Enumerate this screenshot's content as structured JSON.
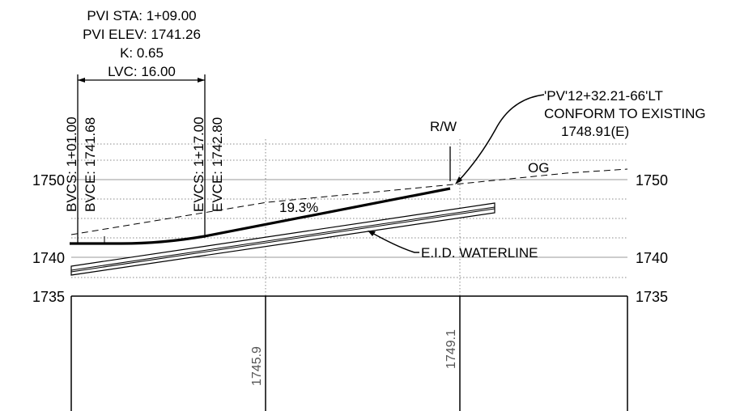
{
  "pvi": {
    "station": "PVI STA: 1+09.00",
    "elevation": "PVI ELEV: 1741.26",
    "k": "K: 0.65",
    "lvc": "LVC: 16.00"
  },
  "bvc": {
    "station": "BVCS: 1+01.00",
    "elevation": "BVCE: 1741.68"
  },
  "evc": {
    "station": "EVCS: 1+17.00",
    "elevation": "EVCE: 1742.80"
  },
  "grade": "19.3%",
  "row_label": "R/W",
  "og_label": "OG",
  "callout": {
    "line1": "'PV'12+32.21-66'LT",
    "line2": "CONFORM TO EXISTING",
    "line3": "1748.91(E)"
  },
  "waterline_label": "E.I.D. WATERLINE",
  "elevation_labels": {
    "left": [
      "1750",
      "1740",
      "1735"
    ],
    "right": [
      "1750",
      "1740",
      "1735"
    ]
  },
  "station_elevations": [
    "1745.9",
    "1749.1"
  ]
}
